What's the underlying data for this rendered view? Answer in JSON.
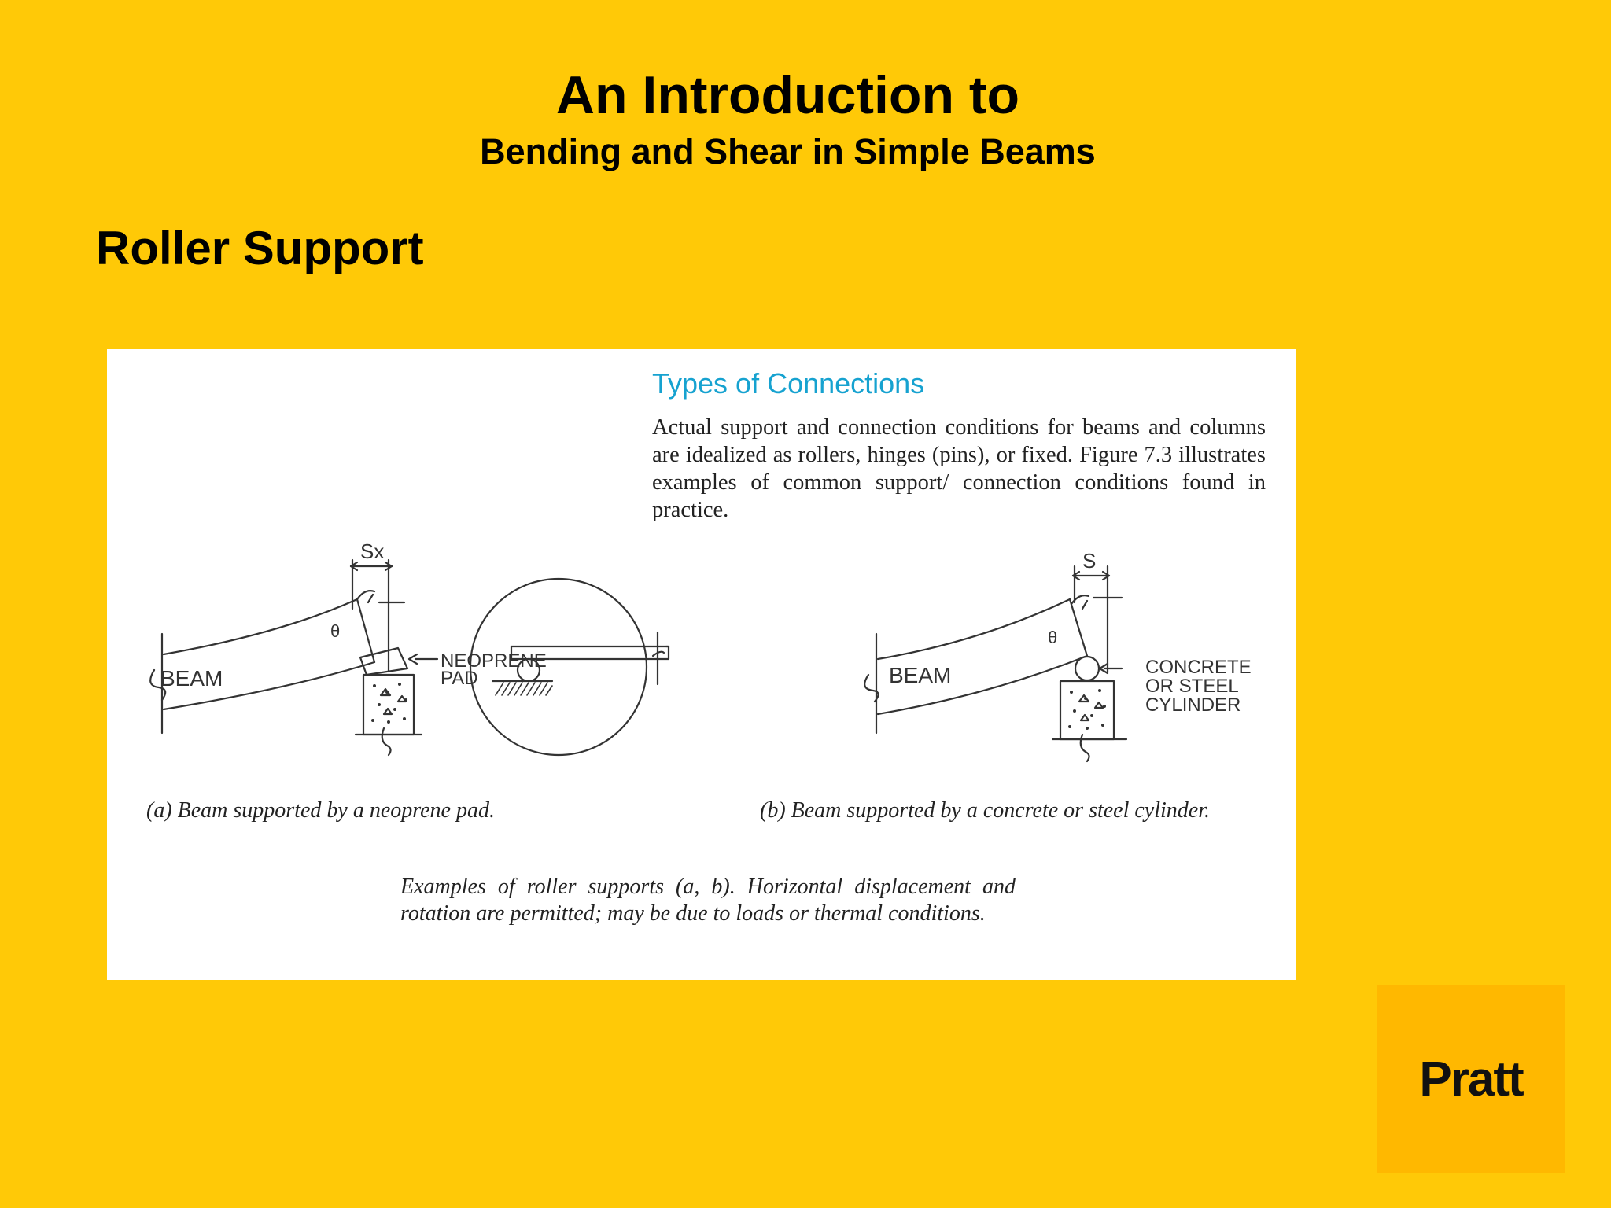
{
  "slide": {
    "title": "An Introduction to",
    "subtitle": "Bending and Shear in Simple Beams",
    "heading": "Roller Support"
  },
  "figure": {
    "section_title": "Types of Connections",
    "paragraph": "Actual support and connection conditions for beams and columns are idealized as rollers, hinges (pins), or fixed. Figure 7.3 illustrates examples of common support/ connection conditions found in practice.",
    "sketch_a": {
      "beam_label": "BEAM",
      "displacement_label": "Sx",
      "angle_label": "θ",
      "pad_label_line1": "NEOPRENE",
      "pad_label_line2": "PAD"
    },
    "sketch_b": {
      "beam_label": "BEAM",
      "displacement_label": "S",
      "angle_label": "θ",
      "label_line1": "CONCRETE",
      "label_line2": "OR STEEL",
      "label_line3": "CYLINDER"
    },
    "caption_a": "(a) Beam supported by a neoprene pad.",
    "caption_b": "(b) Beam supported by a concrete or steel cylinder.",
    "caption_main": "Examples of roller supports (a, b). Horizontal displacement and rotation are permitted; may be due to loads or thermal conditions."
  },
  "logo": {
    "text": "Pratt",
    "background": "#FFB800"
  },
  "colors": {
    "background": "#FFC907",
    "section_title": "#16A2D0"
  }
}
